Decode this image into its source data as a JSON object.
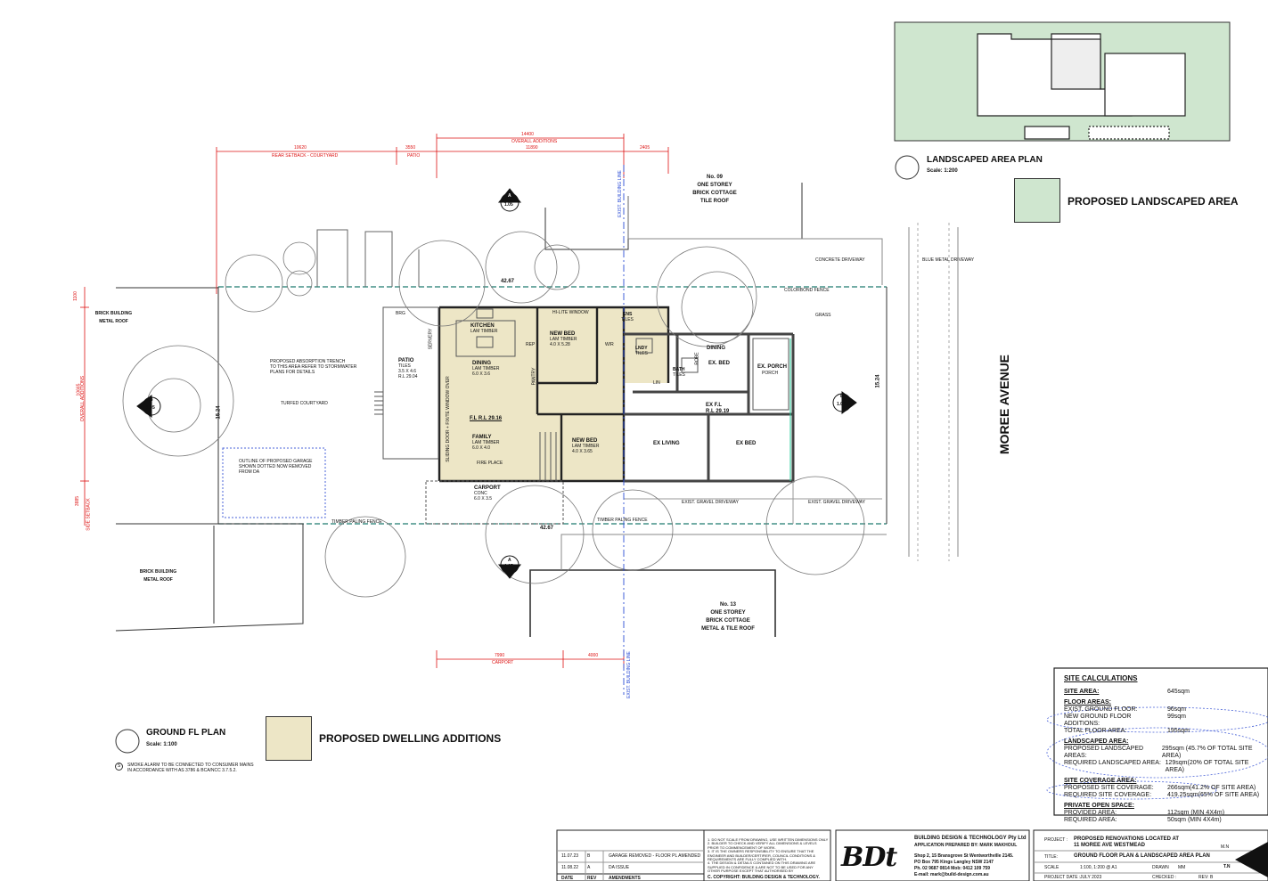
{
  "neighbours": {
    "no09": [
      "No. 09",
      "ONE STOREY",
      "BRICK COTTAGE",
      "TILE ROOF"
    ],
    "no13": [
      "No. 13",
      "ONE STOREY",
      "BRICK COTTAGE",
      "METAL & TILE ROOF"
    ],
    "rear_top": [
      "BRICK BUILDING",
      "METAL ROOF"
    ],
    "rear_bottom": [
      "BRICK BUILDING",
      "METAL ROOF"
    ]
  },
  "street": "MOREE AVENUE",
  "dims": {
    "overall_additions_val": "14400",
    "overall_additions": "OVERALL ADDITIONS",
    "d10620": "10620",
    "rear_setback": "REAR SETBACK - COURTYARD",
    "d3550": "3550",
    "patio_dim": "PATIO",
    "d11890": "11890",
    "d2405": "2405",
    "d7990": "7990",
    "carport_dim": "CARPORT",
    "d4000": "4000",
    "lot_len_top": "42.67",
    "lot_len_bottom": "42.67",
    "lot_width_left": "15.24",
    "lot_width_right": "15.24",
    "d1100": "1100",
    "rear_setback_side": "REAR SETBACK",
    "d10665": "10665",
    "overall_additions_side": "OVERALL ADDITIONS",
    "d3885": "3885",
    "side_setback": "SIDE SETBACK"
  },
  "building_line": "EXIST. BUILDING LINE",
  "rooms": {
    "kitchen": "KITCHEN",
    "kitchen_sub": "LAM TIMBER",
    "dining": "DINING",
    "dining_sub": "LAM TIMBER",
    "dining_size": "6.0 X 3.6",
    "pantry": "PANTRY",
    "rep": "REP",
    "new_bed1": "NEW BED",
    "new_bed1_sub": "LAM TIMBER",
    "new_bed1_size": "4.0 X 5.28",
    "hilite": "HI-LITE WINDOW",
    "ens": "ENS",
    "ens_sub": "TILES",
    "wir": "W/R",
    "lndy": "LNDY",
    "lndy_sub": "TILES",
    "bath": "BATH",
    "bath_sub": "TILES",
    "lin": "LIN",
    "robe": "ROBE",
    "family": "FAMILY",
    "family_sub": "LAM TIMBER",
    "family_size": "6.0 X 4.0",
    "fl_rl": "F.L R.L 29.16",
    "fireplace": "FIRE PLACE",
    "new_bed2": "NEW BED",
    "new_bed2_sub": "LAM TIMBER",
    "new_bed2_size": "4.0 X 3.65",
    "ex_dining": "DINING",
    "ex_bed1": "EX. BED",
    "ex_porch": "EX. PORCH",
    "porch": "PORCH",
    "ex_fl": "EX F.L",
    "ex_fl_rl": "R.L 29.19",
    "ex_living": "EX LIVING",
    "ex_bed2": "EX BED",
    "carport": "CARPORT",
    "carport_sub": "CONC",
    "carport_size": "6.0 X 3.5",
    "patio": "PATIO",
    "patio_sub": "TILES",
    "patio_size": "3.5 X 4.6",
    "patio_rl": "R.L 29.04",
    "turfed": "TURFED COURTYARD",
    "trench": [
      "PROPOSED ABSORPTION TRENCH",
      "TO THIS AREA REFER TO STORMWATER",
      "PLANS FOR DETAILS"
    ],
    "garage_outline": [
      "OUTLINE OF PROPOSED GARAGE",
      "SHOWN DOTTED NOW REMOVED",
      "FROM DA"
    ],
    "sliding": "SLIDING DOOR + FIX/TE WINDOW OVER",
    "brg": "BRG",
    "server": "SERVERY",
    "ex_gravel1": "EXIST. GRAVEL DRIVEWAY",
    "ex_gravel2": "EXIST. GRAVEL DRIVEWAY",
    "timber_fence1": "TIMBER PALING FENCE",
    "timber_fence2": "TIMBER PALING FENCE",
    "colorbond": "COLORBOND FENCE",
    "grass": "GRASS",
    "concrete_drive": "CONCRETE DRIVEWAY",
    "blue_metal": "BLUE METAL DRIVEWAY"
  },
  "sections": {
    "a_top_letter": "A",
    "a_top_num": "1.05",
    "a_bottom_letter": "A",
    "a_bottom_num": "1.05",
    "b_left_letter": "B",
    "b_left_num": "1.05",
    "b_right_letter": "B",
    "b_right_num": "1.05"
  },
  "landscape": {
    "title": "LANDSCAPED AREA PLAN",
    "scale": "Scale: 1:200",
    "legend": "PROPOSED LANDSCAPED AREA",
    "color": "#cfe6cf"
  },
  "ground": {
    "title": "GROUND FL PLAN",
    "scale": "Scale: 1:100",
    "legend": "PROPOSED DWELLING ADDITIONS",
    "color": "#ede6c6",
    "smoke_note1": "SMOKE ALARM TO BE CONNECTED TO CONSUMER MAINS",
    "smoke_note2": "IN ACCORDANCE WITH AS 3786 & BCA/NCC 3.7.5.2."
  },
  "site": {
    "title": "SITE CALCULATIONS",
    "site_area_h": "SITE AREA:",
    "site_area_v": "645sqm",
    "floor_h": "FLOOR AREAS:",
    "rows_floor": [
      [
        "EXIST. GROUND FLOOR:",
        "96sqm"
      ],
      [
        "NEW GROUND FLOOR ADDITIONS:",
        "99sqm"
      ],
      [
        "TOTAL FLOOR AREA:",
        "195sqm"
      ]
    ],
    "land_h": "LANDSCAPED AREA:",
    "rows_land": [
      [
        "PROPOSED LANDSCAPED AREAS:",
        "295sqm (45.7% OF TOTAL SITE AREA)"
      ],
      [
        "REQUIRED LANDSCAPED AREA:",
        "129sqm(20% OF TOTAL SITE AREA)"
      ]
    ],
    "cov_h": "SITE COVERAGE AREA:",
    "rows_cov": [
      [
        "PROPOSED SITE COVERAGE:",
        "266sqm(41.2% OF SITE AREA)"
      ],
      [
        "REQUIRED SITE COVERAGE:",
        "419.25sqm(65% OF SITE AREA)"
      ]
    ],
    "pos_h": "PRIVATE OPEN SPACE:",
    "rows_pos": [
      [
        "PROVIDED AREA:",
        "112sqm (MIN 4X4m)"
      ],
      [
        "REQUIRED AREA:",
        "50sqm (MIN 4X4m)"
      ]
    ]
  },
  "title_block": {
    "rev_rows": [
      [
        "11.07.23",
        "B",
        "GARAGE REMOVED - FLOOR PL AMENDED"
      ],
      [
        "11.08.22",
        "A",
        "DA ISSUE"
      ]
    ],
    "head_date": "DATE",
    "head_rev": "REV",
    "head_amend": "AMENDMENTS",
    "notes": [
      "1. DO NOT SCALE FROM DRAWING, USE WRITTEN DIMENSIONS ONLY",
      "2. BUILDER TO CHECK AND VERIFY ALL DIMENSIONS & LEVELS",
      "PRIOR TO COMMENCEMENT OF WORK.",
      "3. IT IS THE OWNERS RESPONSIBILITY TO ENSURE THAT THE",
      "ENGINEER AND BUILDER/CERTIFIER, COUNCIL CONDITIONS &",
      "REQUIREMENTS ARE FULLY COMPLIED WITH.",
      "4. THE DESIGN & DETAILS CONTAINED ON THIS DRAWING ARE",
      "SUPPLIED IN CONFIDENCE & ARE NOT TO BE USED FOR ANY",
      "OTHER PURPOSE EXCEPT THAT AUTHORISED BY"
    ],
    "copyright": "C. COPYRIGHT: BUILDING DESIGN & TECHNOLOGY.",
    "logo": "BDt",
    "company": "BUILDING DESIGN & TECHNOLOGY Pty Ltd",
    "prepared": "APPLICATION PREPARED BY: MARK MAKHOUL",
    "addr1": "Shop 2, 15 Bransgrove St Wentworthville 2145.",
    "addr2": "PO Box 795 Kings Langley NSW 2147",
    "phone": "Ph. 02 9687 0814 Mob: 0412 109 759",
    "email": "E-mail: mark@build-design.com.au",
    "project_k": "PROJECT :",
    "project_v1": "PROPOSED RENOVATIONS LOCATED AT",
    "project_v2": "11 MOREE AVE WESTMEAD",
    "title_k": "TITLE:",
    "title_v": "GROUND FLOOR PLAN & LANDSCAPED AREA PLAN",
    "scale_k": "SCALE",
    "scale_v": "1:100, 1:200 @ A1",
    "drawn_k": "DRAWN",
    "drawn_v": "MM",
    "pdate_k": "PROJECT DATE :",
    "pdate_v": "JULY 2023",
    "checked_k": "CHECKED :",
    "rev_k": "REV:",
    "rev_v": "B",
    "mn": "M.N",
    "tn": "T.N"
  }
}
